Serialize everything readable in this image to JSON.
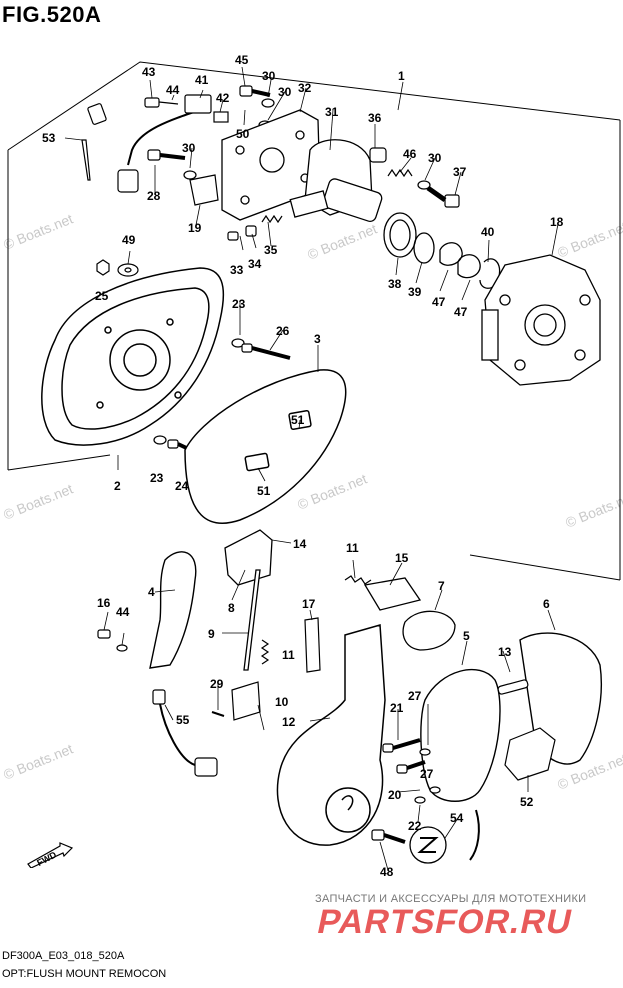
{
  "figure": {
    "title": "FIG.520A"
  },
  "footer": {
    "code": "DF300A_E03_018_520A",
    "description": "OPT:FLUSH MOUNT REMOCON"
  },
  "watermark": "© Boats.net",
  "shop": {
    "tagline": "ЗАПЧАСТИ И АКСЕССУАРЫ ДЛЯ МОТОТЕХНИКИ",
    "logo_text": "PARTSFOR.RU",
    "logo_color": "#e85a5a"
  },
  "fwd_arrow": {
    "label": "FWD"
  },
  "callouts": {
    "c1": "1",
    "c2": "2",
    "c3": "3",
    "c4": "4",
    "c5": "5",
    "c6": "6",
    "c7": "7",
    "c8": "8",
    "c9": "9",
    "c10": "10",
    "c11": "11",
    "c12": "12",
    "c13": "13",
    "c14": "14",
    "c15": "15",
    "c16": "16",
    "c17": "17",
    "c18": "18",
    "c19": "19",
    "c20": "20",
    "c21": "21",
    "c22": "22",
    "c23a": "23",
    "c23b": "23",
    "c24": "24",
    "c25": "25",
    "c26": "26",
    "c27a": "27",
    "c27b": "27",
    "c28": "28",
    "c29": "29",
    "c30a": "30",
    "c30b": "30",
    "c30c": "30",
    "c30d": "30",
    "c31": "31",
    "c32": "32",
    "c33": "33",
    "c34": "34",
    "c35": "35",
    "c36": "36",
    "c37": "37",
    "c38": "38",
    "c39": "39",
    "c40": "40",
    "c41": "41",
    "c42": "42",
    "c43": "43",
    "c44a": "44",
    "c44b": "44",
    "c45": "45",
    "c46": "46",
    "c47a": "47",
    "c47b": "47",
    "c48": "48",
    "c49": "49",
    "c50": "50",
    "c51a": "51",
    "c51b": "51",
    "c52": "52",
    "c53": "53",
    "c54": "54",
    "c55": "55"
  }
}
